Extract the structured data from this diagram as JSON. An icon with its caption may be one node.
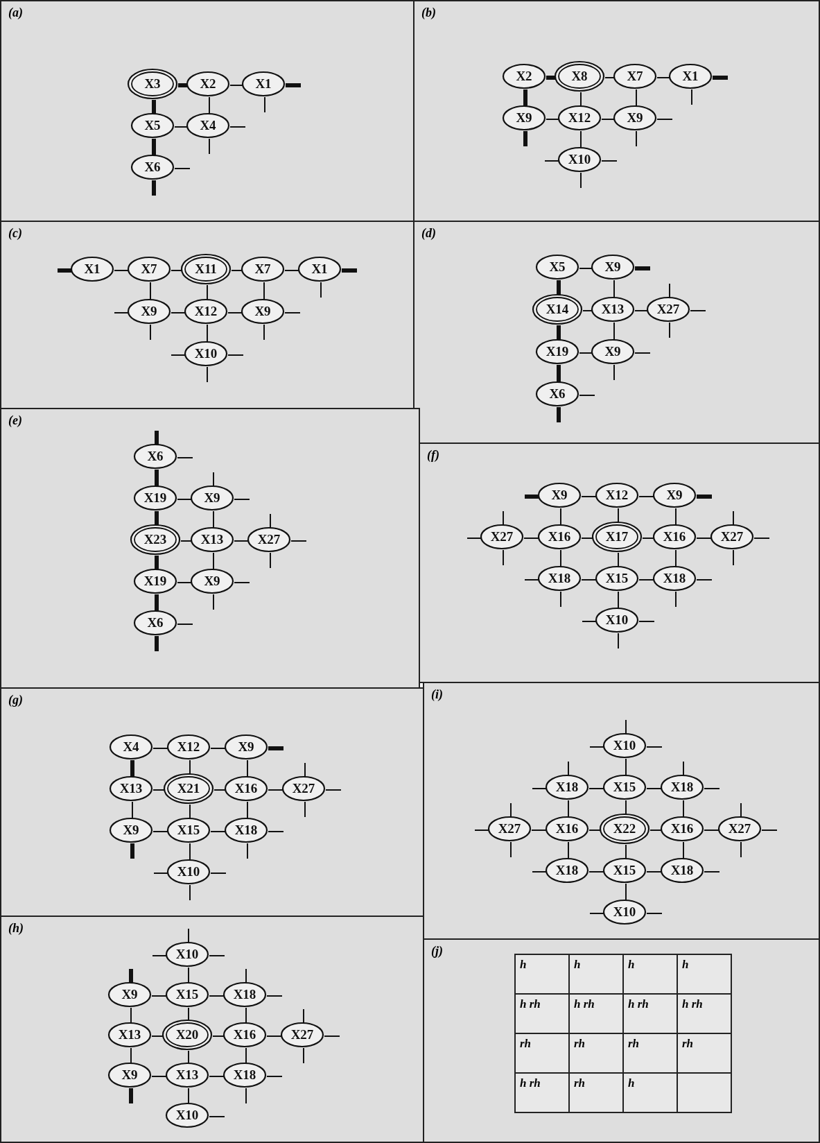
{
  "diagram": {
    "nodes": [
      {
        "text": [
          "(a)"
        ]
      },
      {
        "text": [
          "X3"
        ],
        "in": 0
      },
      {
        "text": [
          "X2"
        ],
        "in": 0
      },
      {
        "text": [
          "X1"
        ],
        "in": 0
      },
      {
        "text": [
          "X5"
        ],
        "in": 0
      },
      {
        "text": [
          "X4"
        ],
        "in": 0
      },
      {
        "text": [
          "X6"
        ],
        "in": 0
      },
      {
        "text": [
          "(b)"
        ]
      },
      {
        "text": [
          "X2"
        ],
        "in": 7
      },
      {
        "text": [
          "X8"
        ],
        "in": 7
      },
      {
        "text": [
          "X7"
        ],
        "in": 7
      },
      {
        "text": [
          "X1"
        ],
        "in": 7
      },
      {
        "text": [
          "X9"
        ],
        "in": 7
      },
      {
        "text": [
          "X12"
        ],
        "in": 7
      },
      {
        "text": [
          "X9"
        ],
        "in": 7
      },
      {
        "text": [
          "X10"
        ],
        "in": 7
      },
      {
        "text": [
          "(c)"
        ]
      },
      {
        "text": [
          "X1"
        ],
        "in": 16
      },
      {
        "text": [
          "X7"
        ],
        "in": 16
      },
      {
        "text": [
          "X11"
        ],
        "in": 16
      },
      {
        "text": [
          "X7"
        ],
        "in": 16
      },
      {
        "text": [
          "X1"
        ],
        "in": 16
      },
      {
        "text": [
          "X9"
        ],
        "in": 16
      },
      {
        "text": [
          "X12"
        ],
        "in": 16
      },
      {
        "text": [
          "X9"
        ],
        "in": 16
      },
      {
        "text": [
          "X10"
        ],
        "in": 16
      },
      {
        "text": [
          "(d)"
        ]
      },
      {
        "text": [
          "X5"
        ],
        "in": 26
      },
      {
        "text": [
          "X9"
        ],
        "in": 26
      },
      {
        "text": [
          "X14"
        ],
        "in": 26
      },
      {
        "text": [
          "X13"
        ],
        "in": 26
      },
      {
        "text": [
          "X27"
        ],
        "in": 26
      },
      {
        "text": [
          "X19"
        ],
        "in": 26
      },
      {
        "text": [
          "X9"
        ],
        "in": 26
      },
      {
        "text": [
          "X6"
        ],
        "in": 26
      },
      {
        "text": [
          "(e)"
        ]
      },
      {
        "text": [
          "X6"
        ],
        "in": 35
      },
      {
        "text": [
          "X19"
        ],
        "in": 35
      },
      {
        "text": [
          "X9"
        ],
        "in": 35
      },
      {
        "text": [
          "X23"
        ],
        "in": 35
      },
      {
        "text": [
          "X13"
        ],
        "in": 35
      },
      {
        "text": [
          "X27"
        ],
        "in": 35
      },
      {
        "text": [
          "X19"
        ],
        "in": 35
      },
      {
        "text": [
          "X9"
        ],
        "in": 35
      },
      {
        "text": [
          "X6"
        ],
        "in": 35
      },
      {
        "text": [
          "(f)"
        ]
      },
      {
        "text": [
          "X9"
        ],
        "in": 45
      },
      {
        "text": [
          "X12"
        ],
        "in": 45
      },
      {
        "text": [
          "X9"
        ],
        "in": 45
      },
      {
        "text": [
          "X27"
        ],
        "in": 45
      },
      {
        "text": [
          "X16"
        ],
        "in": 45
      },
      {
        "text": [
          "X17"
        ],
        "in": 45
      },
      {
        "text": [
          "X16"
        ],
        "in": 45
      },
      {
        "text": [
          "X27"
        ],
        "in": 45
      },
      {
        "text": [
          "X18"
        ],
        "in": 45
      },
      {
        "text": [
          "X15"
        ],
        "in": 45
      },
      {
        "text": [
          "X18"
        ],
        "in": 45
      },
      {
        "text": [
          "X10"
        ],
        "in": 45
      },
      {
        "text": [
          "(g)"
        ]
      },
      {
        "text": [
          "X4"
        ],
        "in": 58
      },
      {
        "text": [
          "X12"
        ],
        "in": 58
      },
      {
        "text": [
          "X9"
        ],
        "in": 58
      },
      {
        "text": [
          "X13"
        ],
        "in": 58
      },
      {
        "text": [
          "X21"
        ],
        "in": 58
      },
      {
        "text": [
          "X16"
        ],
        "in": 58
      },
      {
        "text": [
          "X27"
        ],
        "in": 58
      },
      {
        "text": [
          "X9"
        ],
        "in": 58
      },
      {
        "text": [
          "X15"
        ],
        "in": 58
      },
      {
        "text": [
          "X18"
        ],
        "in": 58
      },
      {
        "text": [
          "X10"
        ],
        "in": 58
      },
      {
        "text": [
          "(h)"
        ]
      },
      {
        "text": [
          "X10"
        ],
        "in": 70
      },
      {
        "text": [
          "X9"
        ],
        "in": 70
      },
      {
        "text": [
          "X15"
        ],
        "in": 70
      },
      {
        "text": [
          "X18"
        ],
        "in": 70
      },
      {
        "text": [
          "X13"
        ],
        "in": 70
      },
      {
        "text": [
          "X20"
        ],
        "in": 70
      },
      {
        "text": [
          "X16"
        ],
        "in": 70
      },
      {
        "text": [
          "X27"
        ],
        "in": 70
      },
      {
        "text": [
          "X9"
        ],
        "in": 70
      },
      {
        "text": [
          "X13"
        ],
        "in": 70
      },
      {
        "text": [
          "X18"
        ],
        "in": 70
      },
      {
        "text": [
          "X10"
        ],
        "in": 70
      },
      {
        "text": [
          "(i)"
        ]
      },
      {
        "text": [
          "X10"
        ],
        "in": 83
      },
      {
        "text": [
          "X18"
        ],
        "in": 83
      },
      {
        "text": [
          "X15"
        ],
        "in": 83
      },
      {
        "text": [
          "X18"
        ],
        "in": 83
      },
      {
        "text": [
          "X27"
        ],
        "in": 83
      },
      {
        "text": [
          "X16"
        ],
        "in": 83
      },
      {
        "text": [
          "X22"
        ],
        "in": 83
      },
      {
        "text": [
          "X16"
        ],
        "in": 83
      },
      {
        "text": [
          "X27"
        ],
        "in": 83
      },
      {
        "text": [
          "X18"
        ],
        "in": 83
      },
      {
        "text": [
          "X15"
        ],
        "in": 83
      },
      {
        "text": [
          "X18"
        ],
        "in": 83
      },
      {
        "text": [
          "X10"
        ],
        "in": 83
      },
      {
        "text": [
          "(j)"
        ]
      }
    ],
    "edges": [
      {
        "from": 1,
        "to": 2,
        "arrow": "none",
        "style": "thick"
      },
      {
        "from": 2,
        "to": 3,
        "arrow": "none"
      },
      {
        "from": 1,
        "to": 4,
        "arrow": "none",
        "style": "thick"
      },
      {
        "from": 2,
        "to": 5,
        "arrow": "none"
      },
      {
        "from": 4,
        "to": 5,
        "arrow": "none"
      },
      {
        "from": 4,
        "to": 6,
        "arrow": "none",
        "style": "thick"
      },
      {
        "from": 3,
        "to": null,
        "arrow": "none",
        "style": "thick"
      },
      {
        "from": 3,
        "to": null,
        "arrow": "none"
      },
      {
        "from": 5,
        "to": null,
        "arrow": "none"
      },
      {
        "from": 5,
        "to": null,
        "arrow": "none"
      },
      {
        "from": 6,
        "to": null,
        "arrow": "none"
      },
      {
        "from": 6,
        "to": null,
        "arrow": "none",
        "style": "thick"
      },
      {
        "from": 8,
        "to": 9,
        "arrow": "none",
        "style": "thick"
      },
      {
        "from": 9,
        "to": 10,
        "arrow": "none"
      },
      {
        "from": 10,
        "to": 11,
        "arrow": "none"
      },
      {
        "from": 8,
        "to": 12,
        "arrow": "none",
        "style": "thick"
      },
      {
        "from": 9,
        "to": 13,
        "arrow": "none"
      },
      {
        "from": 10,
        "to": 14,
        "arrow": "none"
      },
      {
        "from": 12,
        "to": 13,
        "arrow": "none"
      },
      {
        "from": 13,
        "to": 14,
        "arrow": "none"
      },
      {
        "from": 13,
        "to": 15,
        "arrow": "none"
      },
      {
        "from": 11,
        "to": null,
        "arrow": "none",
        "style": "thick"
      },
      {
        "from": 11,
        "to": null,
        "arrow": "none"
      },
      {
        "from": 12,
        "to": null,
        "arrow": "none",
        "style": "thick"
      },
      {
        "from": 14,
        "to": null,
        "arrow": "none"
      },
      {
        "from": 14,
        "to": null,
        "arrow": "none"
      },
      {
        "from": 15,
        "to": null,
        "arrow": "none"
      },
      {
        "from": 15,
        "to": null,
        "arrow": "none"
      },
      {
        "from": 15,
        "to": null,
        "arrow": "none"
      },
      {
        "from": 17,
        "to": 18,
        "arrow": "none"
      },
      {
        "from": 18,
        "to": 19,
        "arrow": "none"
      },
      {
        "from": 19,
        "to": 20,
        "arrow": "none"
      },
      {
        "from": 20,
        "to": 21,
        "arrow": "none"
      },
      {
        "from": 18,
        "to": 22,
        "arrow": "none"
      },
      {
        "from": 19,
        "to": 23,
        "arrow": "none"
      },
      {
        "from": 20,
        "to": 24,
        "arrow": "none"
      },
      {
        "from": 22,
        "to": 23,
        "arrow": "none"
      },
      {
        "from": 23,
        "to": 24,
        "arrow": "none"
      },
      {
        "from": 23,
        "to": 25,
        "arrow": "none"
      },
      {
        "from": 17,
        "to": null,
        "arrow": "none",
        "style": "thick"
      },
      {
        "from": 21,
        "to": null,
        "arrow": "none",
        "style": "thick"
      },
      {
        "from": 21,
        "to": null,
        "arrow": "none"
      },
      {
        "from": 22,
        "to": null,
        "arrow": "none"
      },
      {
        "from": 22,
        "to": null,
        "arrow": "none"
      },
      {
        "from": 24,
        "to": null,
        "arrow": "none"
      },
      {
        "from": 24,
        "to": null,
        "arrow": "none"
      },
      {
        "from": 25,
        "to": null,
        "arrow": "none"
      },
      {
        "from": 25,
        "to": null,
        "arrow": "none"
      },
      {
        "from": 25,
        "to": null,
        "arrow": "none"
      },
      {
        "from": 27,
        "to": 28,
        "arrow": "none"
      },
      {
        "from": 27,
        "to": 29,
        "arrow": "none",
        "style": "thick"
      },
      {
        "from": 28,
        "to": 30,
        "arrow": "none"
      },
      {
        "from": 29,
        "to": 30,
        "arrow": "none"
      },
      {
        "from": 30,
        "to": 31,
        "arrow": "none"
      },
      {
        "from": 29,
        "to": 32,
        "arrow": "none",
        "style": "thick"
      },
      {
        "from": 30,
        "to": 33,
        "arrow": "none"
      },
      {
        "from": 32,
        "to": 33,
        "arrow": "none"
      },
      {
        "from": 32,
        "to": 34,
        "arrow": "none",
        "style": "thick"
      },
      {
        "from": 28,
        "to": null,
        "arrow": "none",
        "style": "thick"
      },
      {
        "from": 31,
        "to": null,
        "arrow": "none"
      },
      {
        "from": 31,
        "to": null,
        "arrow": "none"
      },
      {
        "from": 31,
        "to": null,
        "arrow": "none"
      },
      {
        "from": 33,
        "to": null,
        "arrow": "none"
      },
      {
        "from": 33,
        "to": null,
        "arrow": "none"
      },
      {
        "from": 34,
        "to": null,
        "arrow": "none"
      },
      {
        "from": 34,
        "to": null,
        "arrow": "none",
        "style": "thick"
      },
      {
        "from": 36,
        "to": 37,
        "arrow": "none",
        "style": "thick"
      },
      {
        "from": 37,
        "to": 38,
        "arrow": "none"
      },
      {
        "from": 37,
        "to": 39,
        "arrow": "none",
        "style": "thick"
      },
      {
        "from": 38,
        "to": 40,
        "arrow": "none"
      },
      {
        "from": 39,
        "to": 40,
        "arrow": "none"
      },
      {
        "from": 40,
        "to": 41,
        "arrow": "none"
      },
      {
        "from": 39,
        "to": 42,
        "arrow": "none",
        "style": "thick"
      },
      {
        "from": 40,
        "to": 43,
        "arrow": "none"
      },
      {
        "from": 42,
        "to": 43,
        "arrow": "none"
      },
      {
        "from": 42,
        "to": 44,
        "arrow": "none",
        "style": "thick"
      },
      {
        "from": 36,
        "to": null,
        "arrow": "none",
        "style": "thick"
      },
      {
        "from": 36,
        "to": null,
        "arrow": "none"
      },
      {
        "from": 38,
        "to": null,
        "arrow": "none"
      },
      {
        "from": 38,
        "to": null,
        "arrow": "none"
      },
      {
        "from": 41,
        "to": null,
        "arrow": "none"
      },
      {
        "from": 41,
        "to": null,
        "arrow": "none"
      },
      {
        "from": 41,
        "to": null,
        "arrow": "none"
      },
      {
        "from": 43,
        "to": null,
        "arrow": "none"
      },
      {
        "from": 43,
        "to": null,
        "arrow": "none"
      },
      {
        "from": 44,
        "to": null,
        "arrow": "none"
      },
      {
        "from": 44,
        "to": null,
        "arrow": "none",
        "style": "thick"
      },
      {
        "from": 46,
        "to": 47,
        "arrow": "none"
      },
      {
        "from": 47,
        "to": 48,
        "arrow": "none"
      },
      {
        "from": 46,
        "to": 50,
        "arrow": "none"
      },
      {
        "from": 47,
        "to": 51,
        "arrow": "none"
      },
      {
        "from": 48,
        "to": 52,
        "arrow": "none"
      },
      {
        "from": 49,
        "to": 50,
        "arrow": "none"
      },
      {
        "from": 50,
        "to": 51,
        "arrow": "none"
      },
      {
        "from": 51,
        "to": 52,
        "arrow": "none"
      },
      {
        "from": 52,
        "to": 53,
        "arrow": "none"
      },
      {
        "from": 50,
        "to": 54,
        "arrow": "none"
      },
      {
        "from": 51,
        "to": 55,
        "arrow": "none"
      },
      {
        "from": 52,
        "to": 56,
        "arrow": "none"
      },
      {
        "from": 54,
        "to": 55,
        "arrow": "none"
      },
      {
        "from": 55,
        "to": 56,
        "arrow": "none"
      },
      {
        "from": 55,
        "to": 57,
        "arrow": "none"
      },
      {
        "from": 46,
        "to": null,
        "arrow": "none",
        "style": "thick"
      },
      {
        "from": 48,
        "to": null,
        "arrow": "none",
        "style": "thick"
      },
      {
        "from": 49,
        "to": null,
        "arrow": "none"
      },
      {
        "from": 49,
        "to": null,
        "arrow": "none"
      },
      {
        "from": 49,
        "to": null,
        "arrow": "none"
      },
      {
        "from": 53,
        "to": null,
        "arrow": "none"
      },
      {
        "from": 53,
        "to": null,
        "arrow": "none"
      },
      {
        "from": 53,
        "to": null,
        "arrow": "none"
      },
      {
        "from": 54,
        "to": null,
        "arrow": "none"
      },
      {
        "from": 54,
        "to": null,
        "arrow": "none"
      },
      {
        "from": 56,
        "to": null,
        "arrow": "none"
      },
      {
        "from": 56,
        "to": null,
        "arrow": "none"
      },
      {
        "from": 57,
        "to": null,
        "arrow": "none"
      },
      {
        "from": 57,
        "to": null,
        "arrow": "none"
      },
      {
        "from": 57,
        "to": null,
        "arrow": "none"
      },
      {
        "from": 59,
        "to": 60,
        "arrow": "none"
      },
      {
        "from": 60,
        "to": 61,
        "arrow": "none"
      },
      {
        "from": 59,
        "to": 62,
        "arrow": "none",
        "style": "thick"
      },
      {
        "from": 60,
        "to": 63,
        "arrow": "none"
      },
      {
        "from": 61,
        "to": 64,
        "arrow": "none"
      },
      {
        "from": 62,
        "to": 63,
        "arrow": "none"
      },
      {
        "from": 63,
        "to": 64,
        "arrow": "none"
      },
      {
        "from": 64,
        "to": 65,
        "arrow": "none"
      },
      {
        "from": 62,
        "to": 66,
        "arrow": "none"
      },
      {
        "from": 63,
        "to": 67,
        "arrow": "none"
      },
      {
        "from": 64,
        "to": 68,
        "arrow": "none"
      },
      {
        "from": 66,
        "to": 67,
        "arrow": "none"
      },
      {
        "from": 67,
        "to": 68,
        "arrow": "none"
      },
      {
        "from": 67,
        "to": 69,
        "arrow": "none"
      },
      {
        "from": 61,
        "to": null,
        "arrow": "none",
        "style": "thick"
      },
      {
        "from": 65,
        "to": null,
        "arrow": "none"
      },
      {
        "from": 65,
        "to": null,
        "arrow": "none"
      },
      {
        "from": 65,
        "to": null,
        "arrow": "none"
      },
      {
        "from": 66,
        "to": null,
        "arrow": "none",
        "style": "thick"
      },
      {
        "from": 68,
        "to": null,
        "arrow": "none"
      },
      {
        "from": 68,
        "to": null,
        "arrow": "none"
      },
      {
        "from": 69,
        "to": null,
        "arrow": "none"
      },
      {
        "from": 69,
        "to": null,
        "arrow": "none"
      },
      {
        "from": 69,
        "to": null,
        "arrow": "none"
      },
      {
        "from": 71,
        "to": 73,
        "arrow": "none"
      },
      {
        "from": 72,
        "to": 73,
        "arrow": "none"
      },
      {
        "from": 73,
        "to": 74,
        "arrow": "none"
      },
      {
        "from": 72,
        "to": 75,
        "arrow": "none"
      },
      {
        "from": 73,
        "to": 76,
        "arrow": "none"
      },
      {
        "from": 74,
        "to": 77,
        "arrow": "none"
      },
      {
        "from": 75,
        "to": 76,
        "arrow": "none"
      },
      {
        "from": 76,
        "to": 77,
        "arrow": "none"
      },
      {
        "from": 77,
        "to": 78,
        "arrow": "none"
      },
      {
        "from": 75,
        "to": 79,
        "arrow": "none"
      },
      {
        "from": 76,
        "to": 80,
        "arrow": "none"
      },
      {
        "from": 77,
        "to": 81,
        "arrow": "none"
      },
      {
        "from": 79,
        "to": 80,
        "arrow": "none"
      },
      {
        "from": 80,
        "to": 81,
        "arrow": "none"
      },
      {
        "from": 80,
        "to": 82,
        "arrow": "none"
      },
      {
        "from": 71,
        "to": null,
        "arrow": "none"
      },
      {
        "from": 71,
        "to": null,
        "arrow": "none"
      },
      {
        "from": 71,
        "to": null,
        "arrow": "none"
      },
      {
        "from": 72,
        "to": null,
        "arrow": "none",
        "style": "thick"
      },
      {
        "from": 74,
        "to": null,
        "arrow": "none"
      },
      {
        "from": 74,
        "to": null,
        "arrow": "none"
      },
      {
        "from": 78,
        "to": null,
        "arrow": "none"
      },
      {
        "from": 78,
        "to": null,
        "arrow": "none"
      },
      {
        "from": 78,
        "to": null,
        "arrow": "none"
      },
      {
        "from": 79,
        "to": null,
        "arrow": "none",
        "style": "thick"
      },
      {
        "from": 81,
        "to": null,
        "arrow": "none"
      },
      {
        "from": 81,
        "to": null,
        "arrow": "none"
      },
      {
        "from": 82,
        "to": null,
        "arrow": "none"
      },
      {
        "from": 84,
        "to": 86,
        "arrow": "none"
      },
      {
        "from": 85,
        "to": 86,
        "arrow": "none"
      },
      {
        "from": 86,
        "to": 87,
        "arrow": "none"
      },
      {
        "from": 85,
        "to": 89,
        "arrow": "none"
      },
      {
        "from": 86,
        "to": 90,
        "arrow": "none"
      },
      {
        "from": 87,
        "to": 91,
        "arrow": "none"
      },
      {
        "from": 88,
        "to": 89,
        "arrow": "none"
      },
      {
        "from": 89,
        "to": 90,
        "arrow": "none"
      },
      {
        "from": 90,
        "to": 91,
        "arrow": "none"
      },
      {
        "from": 91,
        "to": 92,
        "arrow": "none"
      },
      {
        "from": 89,
        "to": 93,
        "arrow": "none"
      },
      {
        "from": 90,
        "to": 94,
        "arrow": "none"
      },
      {
        "from": 91,
        "to": 95,
        "arrow": "none"
      },
      {
        "from": 93,
        "to": 94,
        "arrow": "none"
      },
      {
        "from": 94,
        "to": 95,
        "arrow": "none"
      },
      {
        "from": 94,
        "to": 96,
        "arrow": "none"
      },
      {
        "from": 84,
        "to": null,
        "arrow": "none"
      },
      {
        "from": 84,
        "to": null,
        "arrow": "none"
      },
      {
        "from": 84,
        "to": null,
        "arrow": "none"
      },
      {
        "from": 85,
        "to": null,
        "arrow": "none"
      },
      {
        "from": 85,
        "to": null,
        "arrow": "none"
      },
      {
        "from": 87,
        "to": null,
        "arrow": "none"
      },
      {
        "from": 87,
        "to": null,
        "arrow": "none"
      },
      {
        "from": 88,
        "to": null,
        "arrow": "none"
      },
      {
        "from": 88,
        "to": null,
        "arrow": "none"
      },
      {
        "from": 88,
        "to": null,
        "arrow": "none"
      },
      {
        "from": 92,
        "to": null,
        "arrow": "none"
      },
      {
        "from": 92,
        "to": null,
        "arrow": "none"
      },
      {
        "from": 92,
        "to": null,
        "arrow": "none"
      },
      {
        "from": 93,
        "to": null,
        "arrow": "none"
      },
      {
        "from": 95,
        "to": null,
        "arrow": "none"
      },
      {
        "from": 96,
        "to": null,
        "arrow": "none"
      },
      {
        "from": 96,
        "to": null,
        "arrow": "none"
      }
    ],
    "labels": [
      "h",
      "h",
      "h",
      "h",
      "h rh",
      "h rh",
      "h rh",
      "h rh",
      "rh",
      "rh",
      "rh",
      "rh",
      "h rh",
      "rh",
      "h"
    ]
  }
}
